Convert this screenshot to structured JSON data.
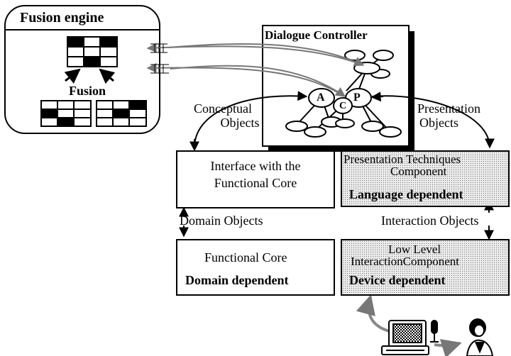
{
  "fusion_engine": {
    "title": "Fusion engine",
    "fusion_label": "Fusion"
  },
  "dialogue_controller": {
    "title": "Dialogue Controller",
    "node_a": "A",
    "node_c": "C",
    "node_p": "P"
  },
  "flows": {
    "conceptual": [
      "Conceptual",
      "Objects"
    ],
    "presentation": [
      "Presentation",
      "Objects"
    ],
    "domain": "Domain Objects",
    "interaction": "Interaction Objects"
  },
  "components": {
    "functional_core_interface": [
      "Interface with the",
      "Functional Core"
    ],
    "presentation_techniques": {
      "lines": [
        "Presentation Techniques",
        "Component"
      ],
      "qualifier": "Language dependent"
    },
    "functional_core": {
      "name": "Functional Core",
      "qualifier": "Domain dependent"
    },
    "low_level_interaction": {
      "lines": [
        "Low Level",
        "InteractionComponent"
      ],
      "qualifier": "Device dependent"
    }
  },
  "colors": {
    "line": "#000000",
    "flow_arrow": "#777777",
    "box_fill": "#ffffff",
    "dotted_fill": "#ececec"
  },
  "icons": [
    "computer-icon",
    "microphone-icon",
    "user-icon"
  ]
}
